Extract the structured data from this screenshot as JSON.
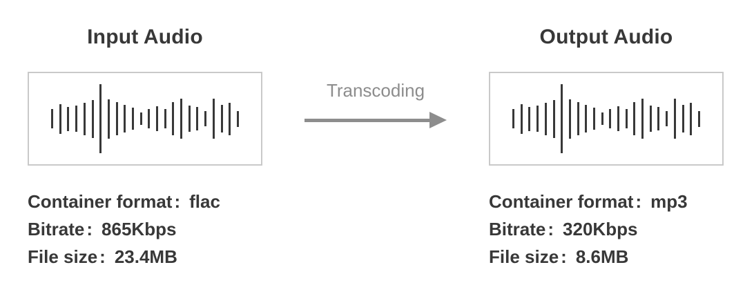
{
  "colors": {
    "text_dark": "#383838",
    "gray": "#8d8d8d",
    "border": "#c9c9c9",
    "bar": "#383838",
    "bg": "#ffffff"
  },
  "input": {
    "title": "Input Audio",
    "specs": [
      {
        "label": "Container format",
        "separator": ":",
        "value": "flac"
      },
      {
        "label": "Bitrate",
        "separator": ":",
        "value": "865Kbps"
      },
      {
        "label": "File size",
        "separator": ":",
        "value": "23.4MB"
      }
    ]
  },
  "output": {
    "title": "Output Audio",
    "specs": [
      {
        "label": "Container format",
        "separator": ":",
        "value": "mp3"
      },
      {
        "label": "Bitrate",
        "separator": ":",
        "value": "320Kbps"
      },
      {
        "label": "File size",
        "separator": ":",
        "value": "8.6MB"
      }
    ]
  },
  "transcoding": {
    "label": "Transcoding",
    "arrow_icon": "arrow-right"
  },
  "waveform": {
    "bar_heights": [
      28,
      43,
      35,
      38,
      47,
      55,
      100,
      57,
      48,
      40,
      32,
      18,
      28,
      36,
      28,
      48,
      58,
      38,
      34,
      22,
      58,
      40,
      47,
      23
    ]
  }
}
